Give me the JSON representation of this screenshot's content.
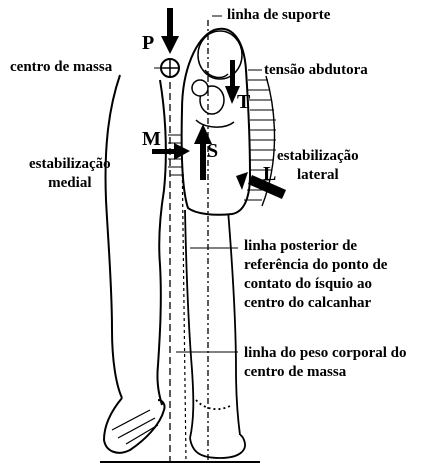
{
  "labels": {
    "support_line": "linha de suporte",
    "center_of_mass": "centro de massa",
    "abductor_tension": "tensão abdutora",
    "medial_stabilization": [
      "estabilização",
      "medial"
    ],
    "lateral_stabilization": [
      "estabilização",
      "lateral"
    ],
    "posterior_reference": [
      "linha posterior de",
      "referência do ponto de",
      "contato do ísquio ao",
      "centro do calcanhar"
    ],
    "body_weight_line": [
      "linha do peso corporal do",
      "centro de massa"
    ]
  },
  "force_letters": {
    "P": "P",
    "T": "T",
    "M": "M",
    "S": "S",
    "L": "L"
  }
}
